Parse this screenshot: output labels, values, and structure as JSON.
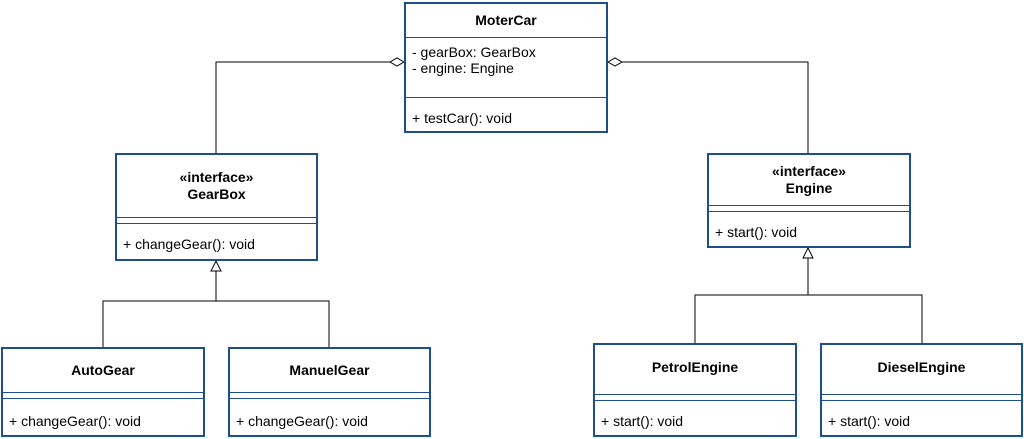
{
  "classes": {
    "motercar": {
      "name": "MoterCar",
      "attributes": [
        "- gearBox: GearBox",
        "- engine: Engine"
      ],
      "methods": [
        "+ testCar(): void"
      ]
    },
    "gearbox": {
      "stereotype": "«interface»",
      "name": "GearBox",
      "methods": [
        "+ changeGear(): void"
      ]
    },
    "engine": {
      "stereotype": "«interface»",
      "name": "Engine",
      "methods": [
        "+ start(): void"
      ]
    },
    "autogear": {
      "name": "AutoGear",
      "methods": [
        "+ changeGear(): void"
      ]
    },
    "manuelgear": {
      "name": "ManuelGear",
      "methods": [
        "+ changeGear(): void"
      ]
    },
    "petrolengine": {
      "name": "PetrolEngine",
      "methods": [
        "+ start(): void"
      ]
    },
    "dieselengine": {
      "name": "DieselEngine",
      "methods": [
        "+ start(): void"
      ]
    }
  },
  "relationships": [
    {
      "type": "aggregation",
      "whole": "MoterCar",
      "part": "GearBox"
    },
    {
      "type": "aggregation",
      "whole": "MoterCar",
      "part": "Engine"
    },
    {
      "type": "realization",
      "from": [
        "AutoGear",
        "ManuelGear"
      ],
      "to": "GearBox"
    },
    {
      "type": "realization",
      "from": [
        "PetrolEngine",
        "DieselEngine"
      ],
      "to": "Engine"
    }
  ],
  "colors": {
    "border": "#1f4e8c",
    "line": "#000000",
    "background": "#ffffff"
  }
}
